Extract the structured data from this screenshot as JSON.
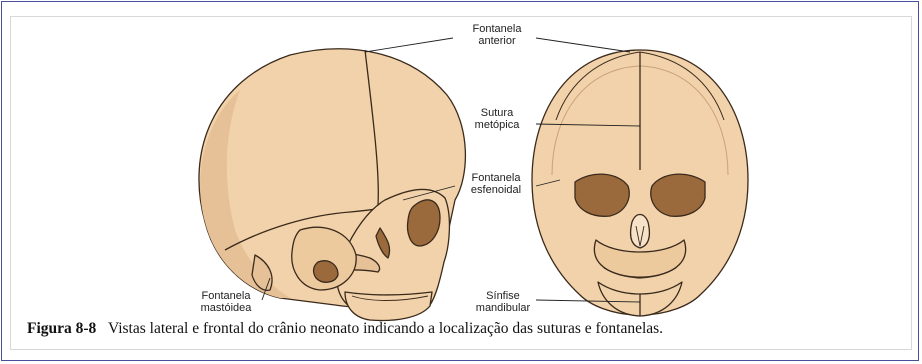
{
  "figure": {
    "labels": {
      "fontanela_anterior": "Fontanela\nanterior",
      "sutura_metopica": "Sutura\nmetópica",
      "fontanela_esfenoidal": "Fontanela\nesfenoidal",
      "fontanela_mastoidea": "Fontanela\nmastóidea",
      "sinfise_mandibular": "Sínfise\nmandibular"
    },
    "caption": {
      "number": "Figura 8-8",
      "text": "Vistas lateral e frontal do crânio neonato indicando a localização das suturas e fontanelas."
    },
    "colors": {
      "bone": "#f2d2aa",
      "bone_shadow": "#e0b98c",
      "orbit": "#9a6a3c",
      "outline": "#3a2a1c",
      "frame": "#4a4f9c"
    }
  }
}
